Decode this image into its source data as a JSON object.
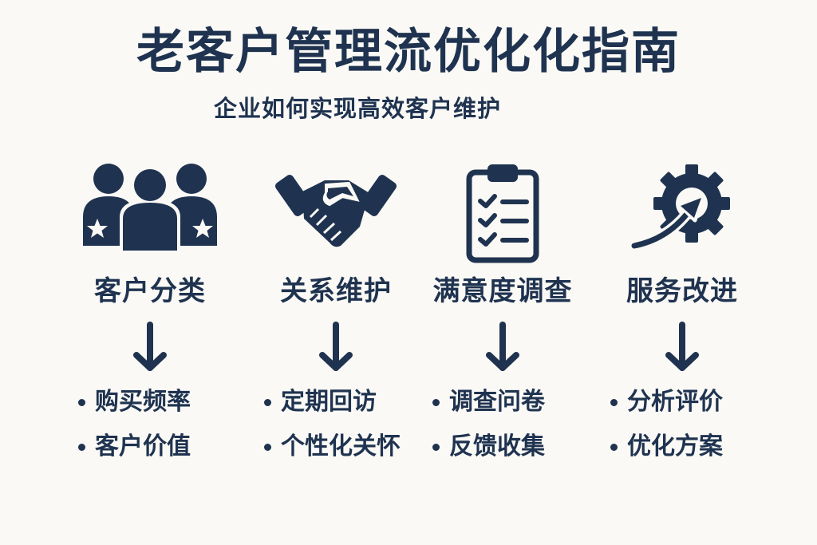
{
  "header": {
    "title": "老客户管理流优化化指南",
    "subtitle": "企业如何实现高效客户维护"
  },
  "colors": {
    "background": "#faf9f5",
    "primary": "#1f3350"
  },
  "steps": [
    {
      "icon": "customer-group-icon",
      "label": "客户分类",
      "items": [
        "购买频率",
        "客户价值"
      ]
    },
    {
      "icon": "handshake-icon",
      "label": "关系维护",
      "items": [
        "定期回访",
        "个性化关怀"
      ]
    },
    {
      "icon": "clipboard-checklist-icon",
      "label": "满意度调查",
      "items": [
        "调查问卷",
        "反馈收集"
      ]
    },
    {
      "icon": "gear-arrow-icon",
      "label": "服务改进",
      "items": [
        "分析评价",
        "优化方案"
      ]
    }
  ]
}
